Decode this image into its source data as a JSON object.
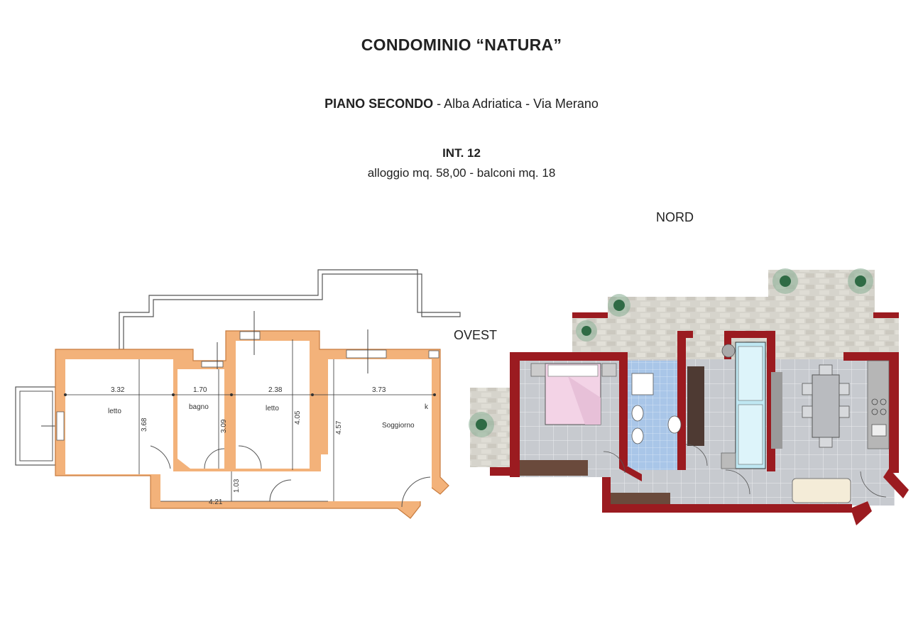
{
  "header": {
    "title": "CONDOMINIO “NATURA”",
    "floor": "PIANO SECONDO",
    "location": " - Alba Adriatica - Via Merano",
    "unit": "INT. 12",
    "areas": "alloggio mq. 58,00 - balconi mq.  18"
  },
  "orientation": {
    "north": "NORD",
    "west": "OVEST"
  },
  "plan": {
    "rooms": [
      {
        "id": "letto-1",
        "label": "letto"
      },
      {
        "id": "bagno",
        "label": "bagno"
      },
      {
        "id": "letto-2",
        "label": "letto"
      },
      {
        "id": "soggiorno",
        "label": "Soggiorno"
      },
      {
        "id": "kitchen",
        "label": "k"
      }
    ],
    "dimensions": {
      "w_letto1": "3.32",
      "w_bagno": "1.70",
      "w_letto2": "2.38",
      "w_soggiorno": "3.73",
      "h_letto1": "3.68",
      "h_bagno": "3.09",
      "h_letto2": "4.05",
      "h_soggiorno": "4.57",
      "h_corridor": "1.03",
      "w_corridor": "4.21"
    }
  },
  "colors": {
    "plan_wall": "#f3b27a",
    "plan_wall_stroke": "#c77b3e",
    "render_wall": "#9b1b20",
    "render_floor": "#c9ccd0",
    "bath_tile": "#a9c6e8",
    "terrace": "#d8d6cf"
  }
}
